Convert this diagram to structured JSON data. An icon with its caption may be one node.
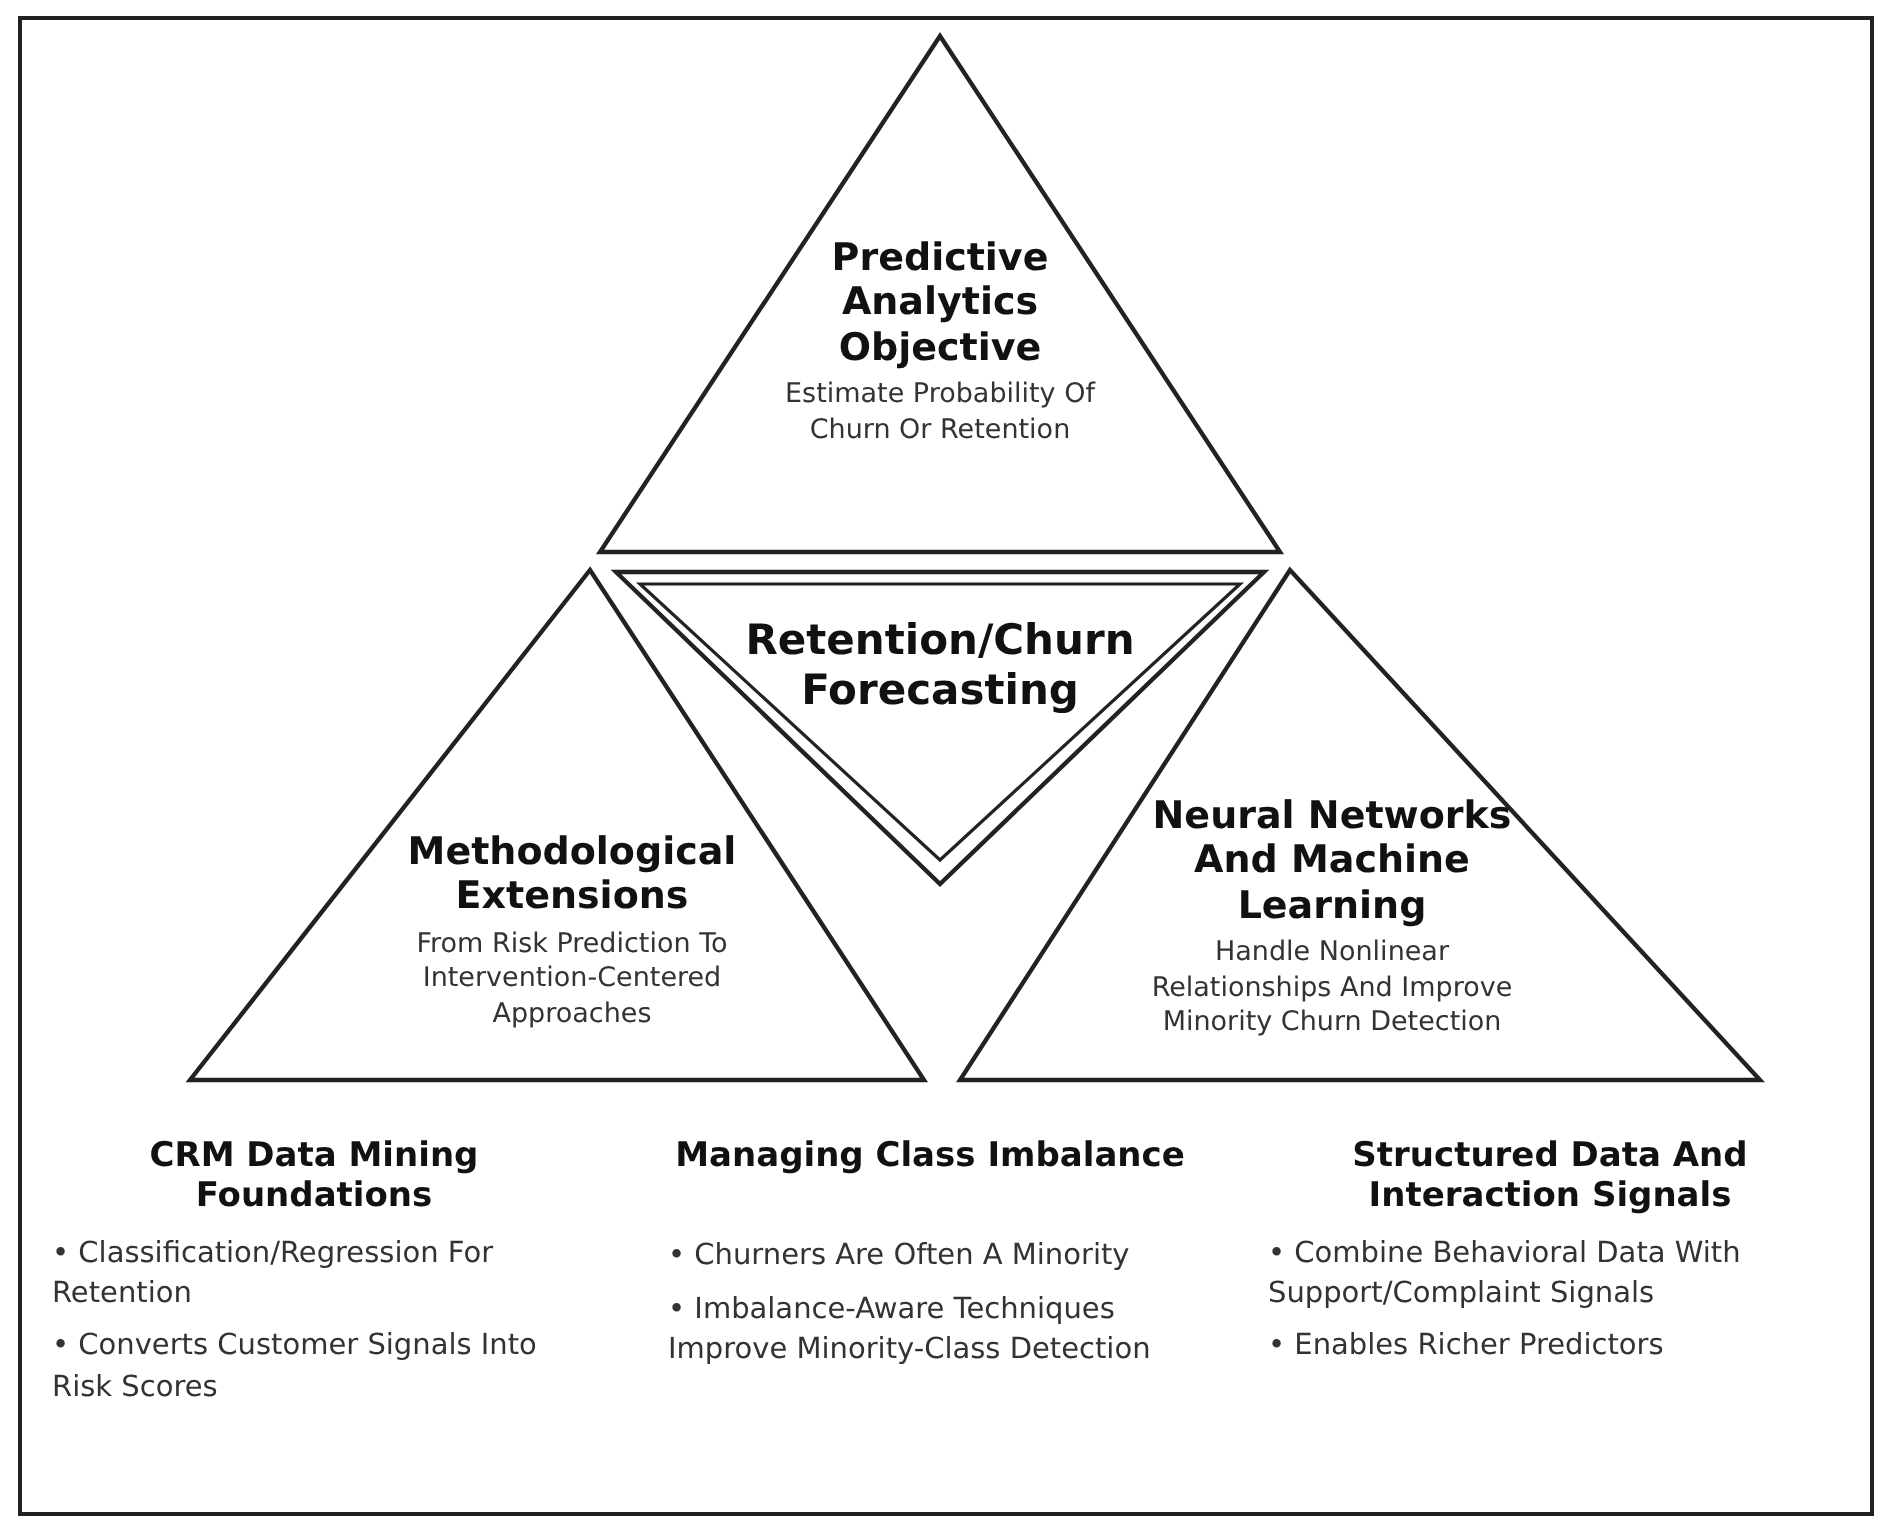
{
  "diagram": {
    "nodes": [
      {
        "text": [
          "Predictive Analytics Objective",
          "Estimate Probability Of Churn Or Retention"
        ]
      },
      {
        "text": [
          "Retention/Churn Forecasting"
        ]
      },
      {
        "text": [
          "Methodological Extensions",
          "From Risk Prediction To Intervention-Centered Approaches"
        ]
      },
      {
        "text": [
          "Neural Networks And Machine Learning",
          "Handle Nonlinear Relationships And Improve Minority Churn Detection"
        ]
      }
    ],
    "edges": [],
    "labels": [
      "CRM Data Mining Foundations",
      "• Classification/Regression For Retention",
      "• Converts Customer Signals Into Risk Scores",
      "Managing Class Imbalance",
      "• Churners Are Often A Minority",
      "• Imbalance-Aware Techniques Improve Minority-Class Detection",
      "Structured Data And Interaction Signals",
      "• Combine Behavioral Data With Support/Complaint Signals",
      "• Enables Richer Predictors"
    ]
  }
}
